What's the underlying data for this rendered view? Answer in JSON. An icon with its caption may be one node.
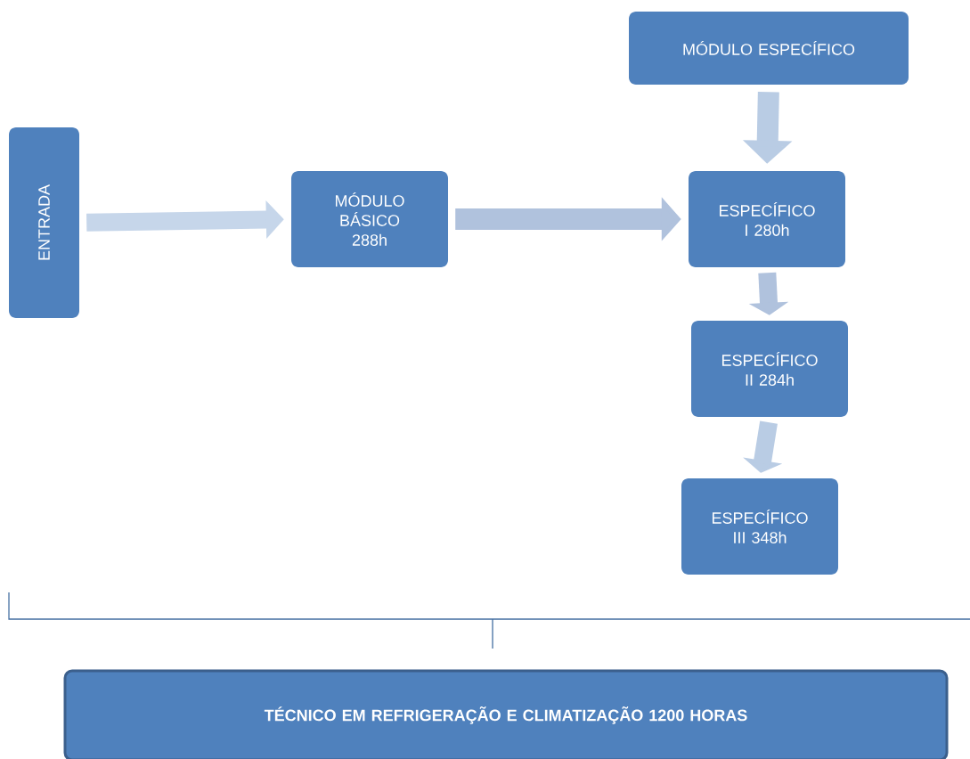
{
  "diagram": {
    "nodes": [
      {
        "text": [
          "ENTRADA"
        ]
      },
      {
        "text": [
          "MÓDULO BÁSICO 288h"
        ]
      },
      {
        "text": [
          "MÓDULO ESPECÍFICO"
        ]
      },
      {
        "text": [
          "ESPECÍFICO I 280h"
        ]
      },
      {
        "text": [
          "ESPECÍFICO II 284h"
        ]
      },
      {
        "text": [
          "ESPECÍFICO III 348h"
        ]
      },
      {
        "text": [
          "TÉCNICO EM REFRIGERAÇÃO E CLIMATIZAÇÃO 1200 HORAS"
        ]
      }
    ],
    "edges": [
      {
        "from": 0,
        "to": 1,
        "arrow": "to"
      },
      {
        "from": 1,
        "to": 3,
        "arrow": "to"
      },
      {
        "from": 2,
        "to": 3,
        "arrow": "to"
      },
      {
        "from": 3,
        "to": 4,
        "arrow": "to"
      },
      {
        "from": 4,
        "to": 5,
        "arrow": "to"
      }
    ]
  }
}
